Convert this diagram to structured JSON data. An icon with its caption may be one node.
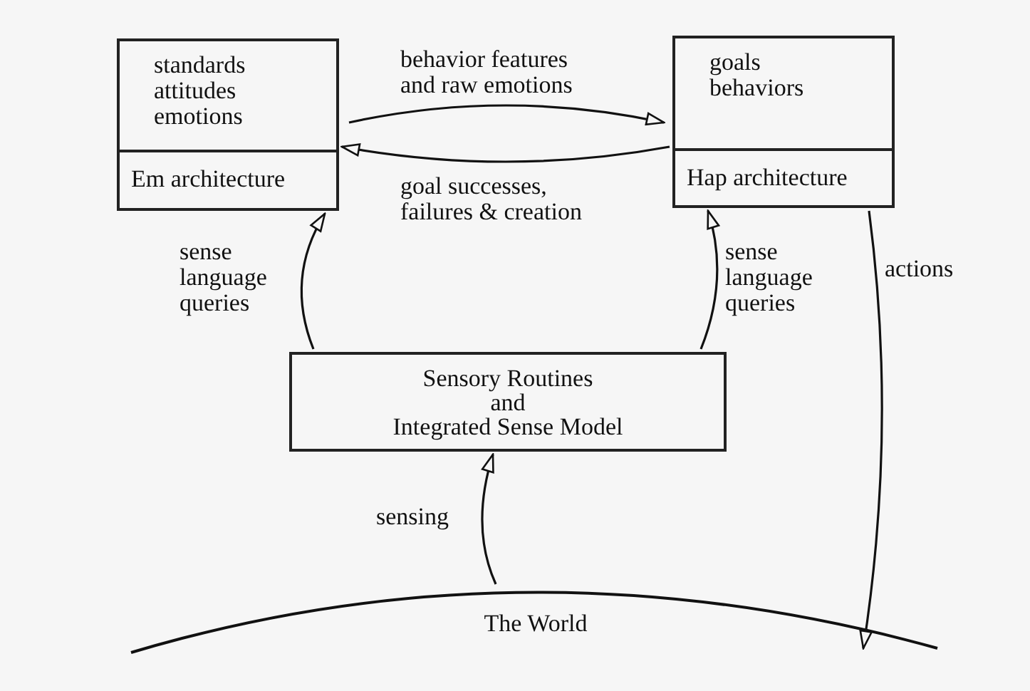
{
  "diagram": {
    "nodes": [
      {
        "text": [
          "standards attitudes emotions",
          "Em architecture"
        ]
      },
      {
        "text": [
          "goals behaviors",
          "Hap architecture"
        ]
      },
      {
        "text": [
          "Sensory Routines",
          "and",
          "Integrated Sense Model"
        ]
      },
      {
        "text": [
          "The World"
        ]
      }
    ],
    "edges": [
      {
        "from": 0,
        "to": 1,
        "arrow": "to",
        "label": "behavior features and raw emotions"
      },
      {
        "from": 1,
        "to": 0,
        "arrow": "to",
        "label": "goal successes, failures & creation"
      },
      {
        "from": 2,
        "to": 0,
        "arrow": "to",
        "label": "sense language queries"
      },
      {
        "from": 2,
        "to": 1,
        "arrow": "to",
        "label": "sense language queries"
      },
      {
        "from": 3,
        "to": 2,
        "arrow": "to",
        "label": "sensing"
      },
      {
        "from": 1,
        "to": 3,
        "arrow": "to",
        "label": "actions"
      }
    ]
  }
}
